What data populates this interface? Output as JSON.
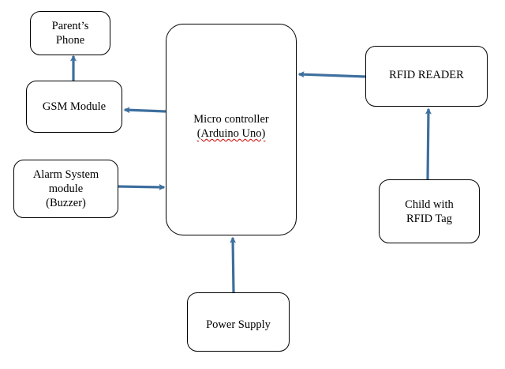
{
  "colors": {
    "arrow": "#3e6f9e",
    "box_border": "#000000",
    "background": "#ffffff"
  },
  "blocks": {
    "parents_phone": {
      "lines": [
        "Parent’s",
        "Phone"
      ]
    },
    "gsm_module": {
      "lines": [
        "GSM Module"
      ]
    },
    "alarm_system": {
      "lines": [
        "Alarm System",
        "module",
        "(Buzzer)"
      ]
    },
    "microcontroller": {
      "lines": [
        "Micro controller",
        "(Arduino Uno)"
      ]
    },
    "rfid_reader": {
      "lines": [
        "RFID READER"
      ]
    },
    "child_tag": {
      "lines": [
        "Child with",
        "RFID Tag"
      ]
    },
    "power_supply": {
      "lines": [
        "Power Supply"
      ]
    }
  },
  "connections": [
    {
      "from": "gsm_module",
      "to": "parents_phone"
    },
    {
      "from": "microcontroller",
      "to": "gsm_module"
    },
    {
      "from": "alarm_system",
      "to": "microcontroller"
    },
    {
      "from": "rfid_reader",
      "to": "microcontroller"
    },
    {
      "from": "child_tag",
      "to": "rfid_reader"
    },
    {
      "from": "power_supply",
      "to": "microcontroller"
    }
  ]
}
